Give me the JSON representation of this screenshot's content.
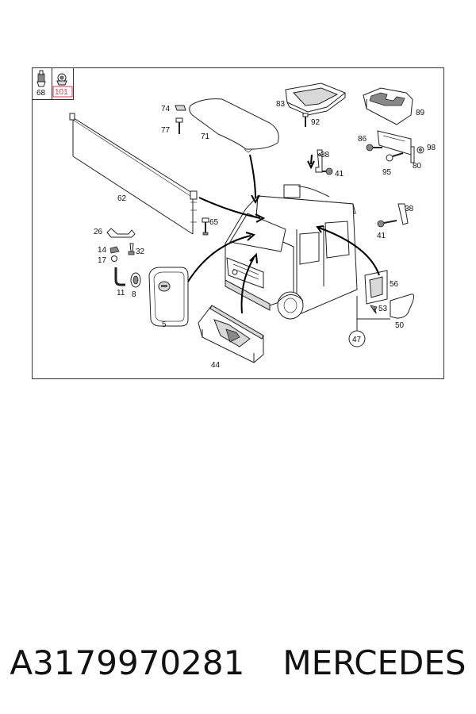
{
  "diagram": {
    "callouts": {
      "c68": "68",
      "c101": "101",
      "c74": "74",
      "c77": "77",
      "c71": "71",
      "c83": "83",
      "c92": "92",
      "c89": "89",
      "c86": "86",
      "c98": "98",
      "c95": "95",
      "c80": "80",
      "c38a": "38",
      "c41a": "41",
      "c62": "62",
      "c38b": "38",
      "c41b": "41",
      "c65": "65",
      "c26": "26",
      "c14": "14",
      "c17": "17",
      "c32": "32",
      "c11": "11",
      "c8": "8",
      "c5": "5",
      "c56": "56",
      "c53": "53",
      "c50": "50",
      "c47": "47",
      "c44": "44"
    },
    "highlight_color": "#d9344a"
  },
  "footer": {
    "part_number": "A3179970281",
    "brand": "MERCEDES"
  }
}
